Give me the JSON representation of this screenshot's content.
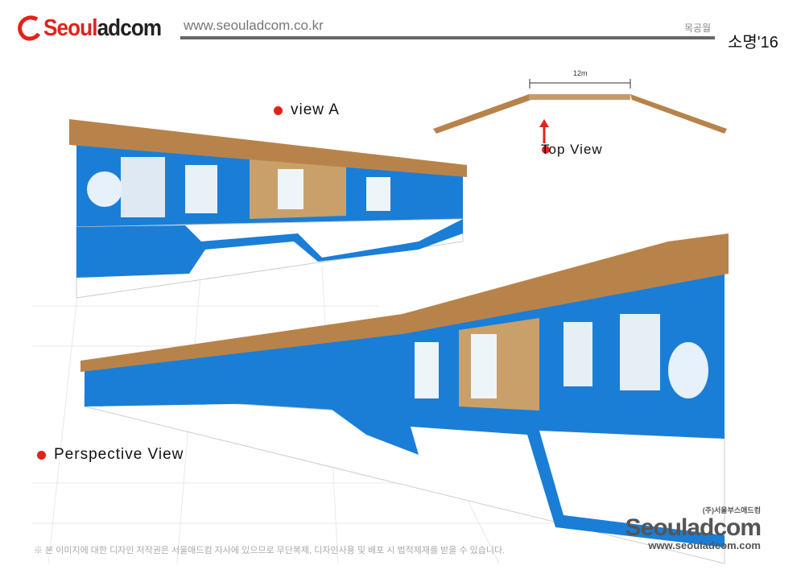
{
  "header": {
    "logo": "Seouladcom",
    "url": "www.seouladcom.co.kr",
    "subtitle": "목공월",
    "project": "소명'16"
  },
  "views": {
    "view_a": "view A",
    "top_view": "Top View",
    "perspective": "Perspective View",
    "dimension": "12m"
  },
  "footer": {
    "copyright": "※ 본 이미지에 대한 디자인 저작권은 서울애드컴 자사에 있으므로 무단복제, 디자인사용 및 배포 시 법적제재를 받을 수 있습니다.",
    "watermark_company": "(주)서울부스애드컴",
    "watermark_logo": "Seouladcom",
    "watermark_url": "www.seouladcom.com"
  },
  "colors": {
    "accent": "#e2231a",
    "blue": "#1a7ed6",
    "wood": "#b8834a"
  }
}
